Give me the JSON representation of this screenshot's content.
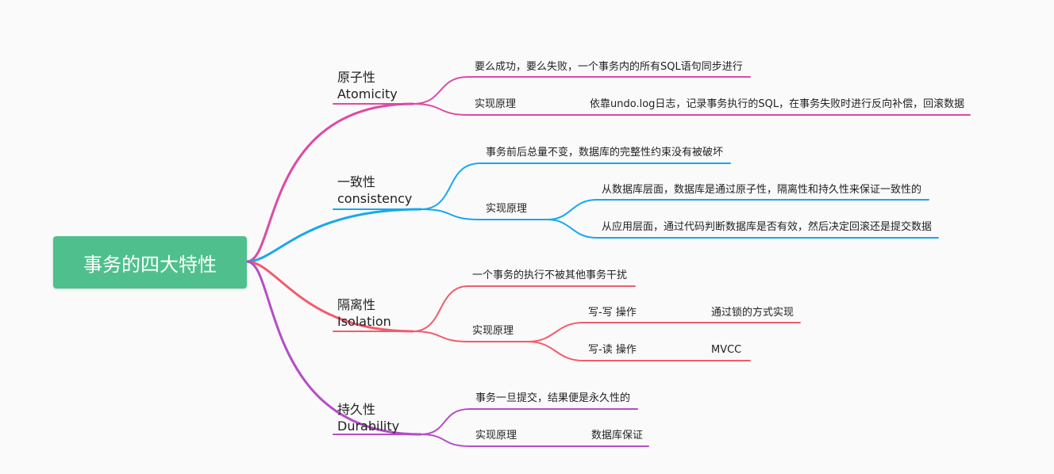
{
  "root": "事务的四大特性",
  "colors": {
    "atomicity": "#dc4aa6",
    "consistency": "#18a8ec",
    "isolation": "#f25b6d",
    "durability": "#b64cc8",
    "root_bg": "#4fc08d"
  },
  "branches": {
    "atomicity": {
      "title": "原子性",
      "subtitle": "Atomicity",
      "c1": "要么成功，要么失败，一个事务内的所有SQL语句同步进行",
      "impl": "实现原理",
      "impl_detail": "依靠undo.log日志，记录事务执行的SQL，在事务失败时进行反向补偿，回滚数据"
    },
    "consistency": {
      "title": "一致性",
      "subtitle": "consistency",
      "c1": "事务前后总量不变，数据库的完整性约束没有被破坏",
      "impl": "实现原理",
      "impl_d1": "从数据库层面，数据库是通过原子性，隔离性和持久性来保证一致性的",
      "impl_d2": "从应用层面，通过代码判断数据库是否有效，然后决定回滚还是提交数据"
    },
    "isolation": {
      "title": "隔离性",
      "subtitle": "Isolation",
      "c1": "一个事务的执行不被其他事务干扰",
      "impl": "实现原理",
      "ww": "写-写 操作",
      "ww_detail": "通过锁的方式实现",
      "wr": "写-读 操作",
      "wr_detail": "MVCC"
    },
    "durability": {
      "title": "持久性",
      "subtitle": "Durability",
      "c1": "事务一旦提交，结果便是永久性的",
      "impl": "实现原理",
      "impl_detail": "数据库保证"
    }
  }
}
